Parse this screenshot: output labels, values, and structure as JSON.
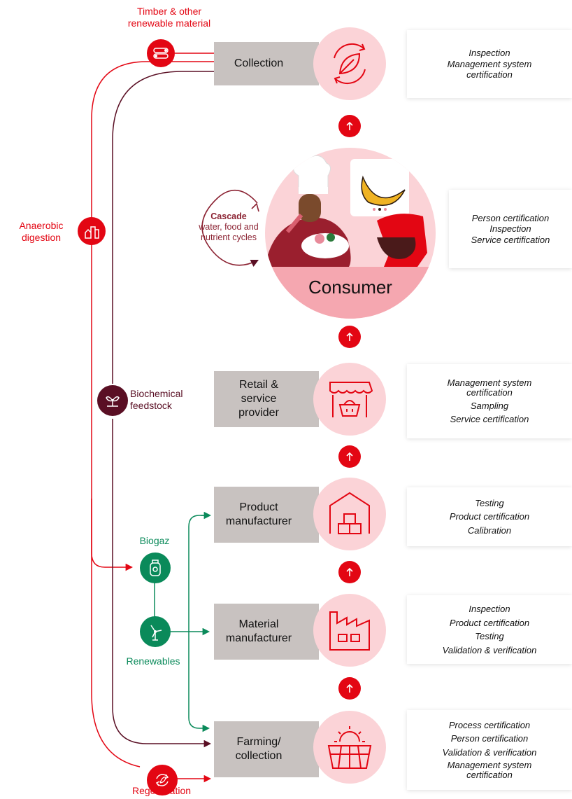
{
  "colors": {
    "red": "#e30613",
    "green": "#0a8a5a",
    "maroon": "#5a0f24",
    "pink_circle": "#fbd3d7",
    "grey_box": "#c8c2c0"
  },
  "inputs": {
    "timber": "Timber & other renewable material",
    "anaerobic": "Anaerobic digestion",
    "biochemical": "Biochemical feedstock",
    "biogaz": "Biogaz",
    "renewables": "Renewables",
    "regeneration": "Regeneration"
  },
  "cascade": {
    "title": "Cascade",
    "text": "water, food and nutrient cycles"
  },
  "consumer": {
    "label": "Consumer",
    "services": [
      "Person certification",
      "Inspection",
      "Service certification"
    ]
  },
  "stages": [
    {
      "label": "Collection",
      "icon": "recycle-leaf-icon",
      "services": [
        "Inspection",
        "Management system certification"
      ]
    },
    {
      "label": "Retail & service provider",
      "icon": "shop-basket-icon",
      "services": [
        "Management system certification",
        "Sampling",
        "Service certification"
      ]
    },
    {
      "label": "Product manufacturer",
      "icon": "warehouse-boxes-icon",
      "services": [
        "Testing",
        "Product certification",
        "Calibration"
      ]
    },
    {
      "label": "Material manufacturer",
      "icon": "factory-icon",
      "services": [
        "Inspection",
        "Product certification",
        "Testing",
        "Validation & verification"
      ]
    },
    {
      "label": "Farming/ collection",
      "icon": "sun-field-icon",
      "services": [
        "Process certification",
        "Person certification",
        "Validation & verification",
        "Management system certification"
      ]
    }
  ]
}
